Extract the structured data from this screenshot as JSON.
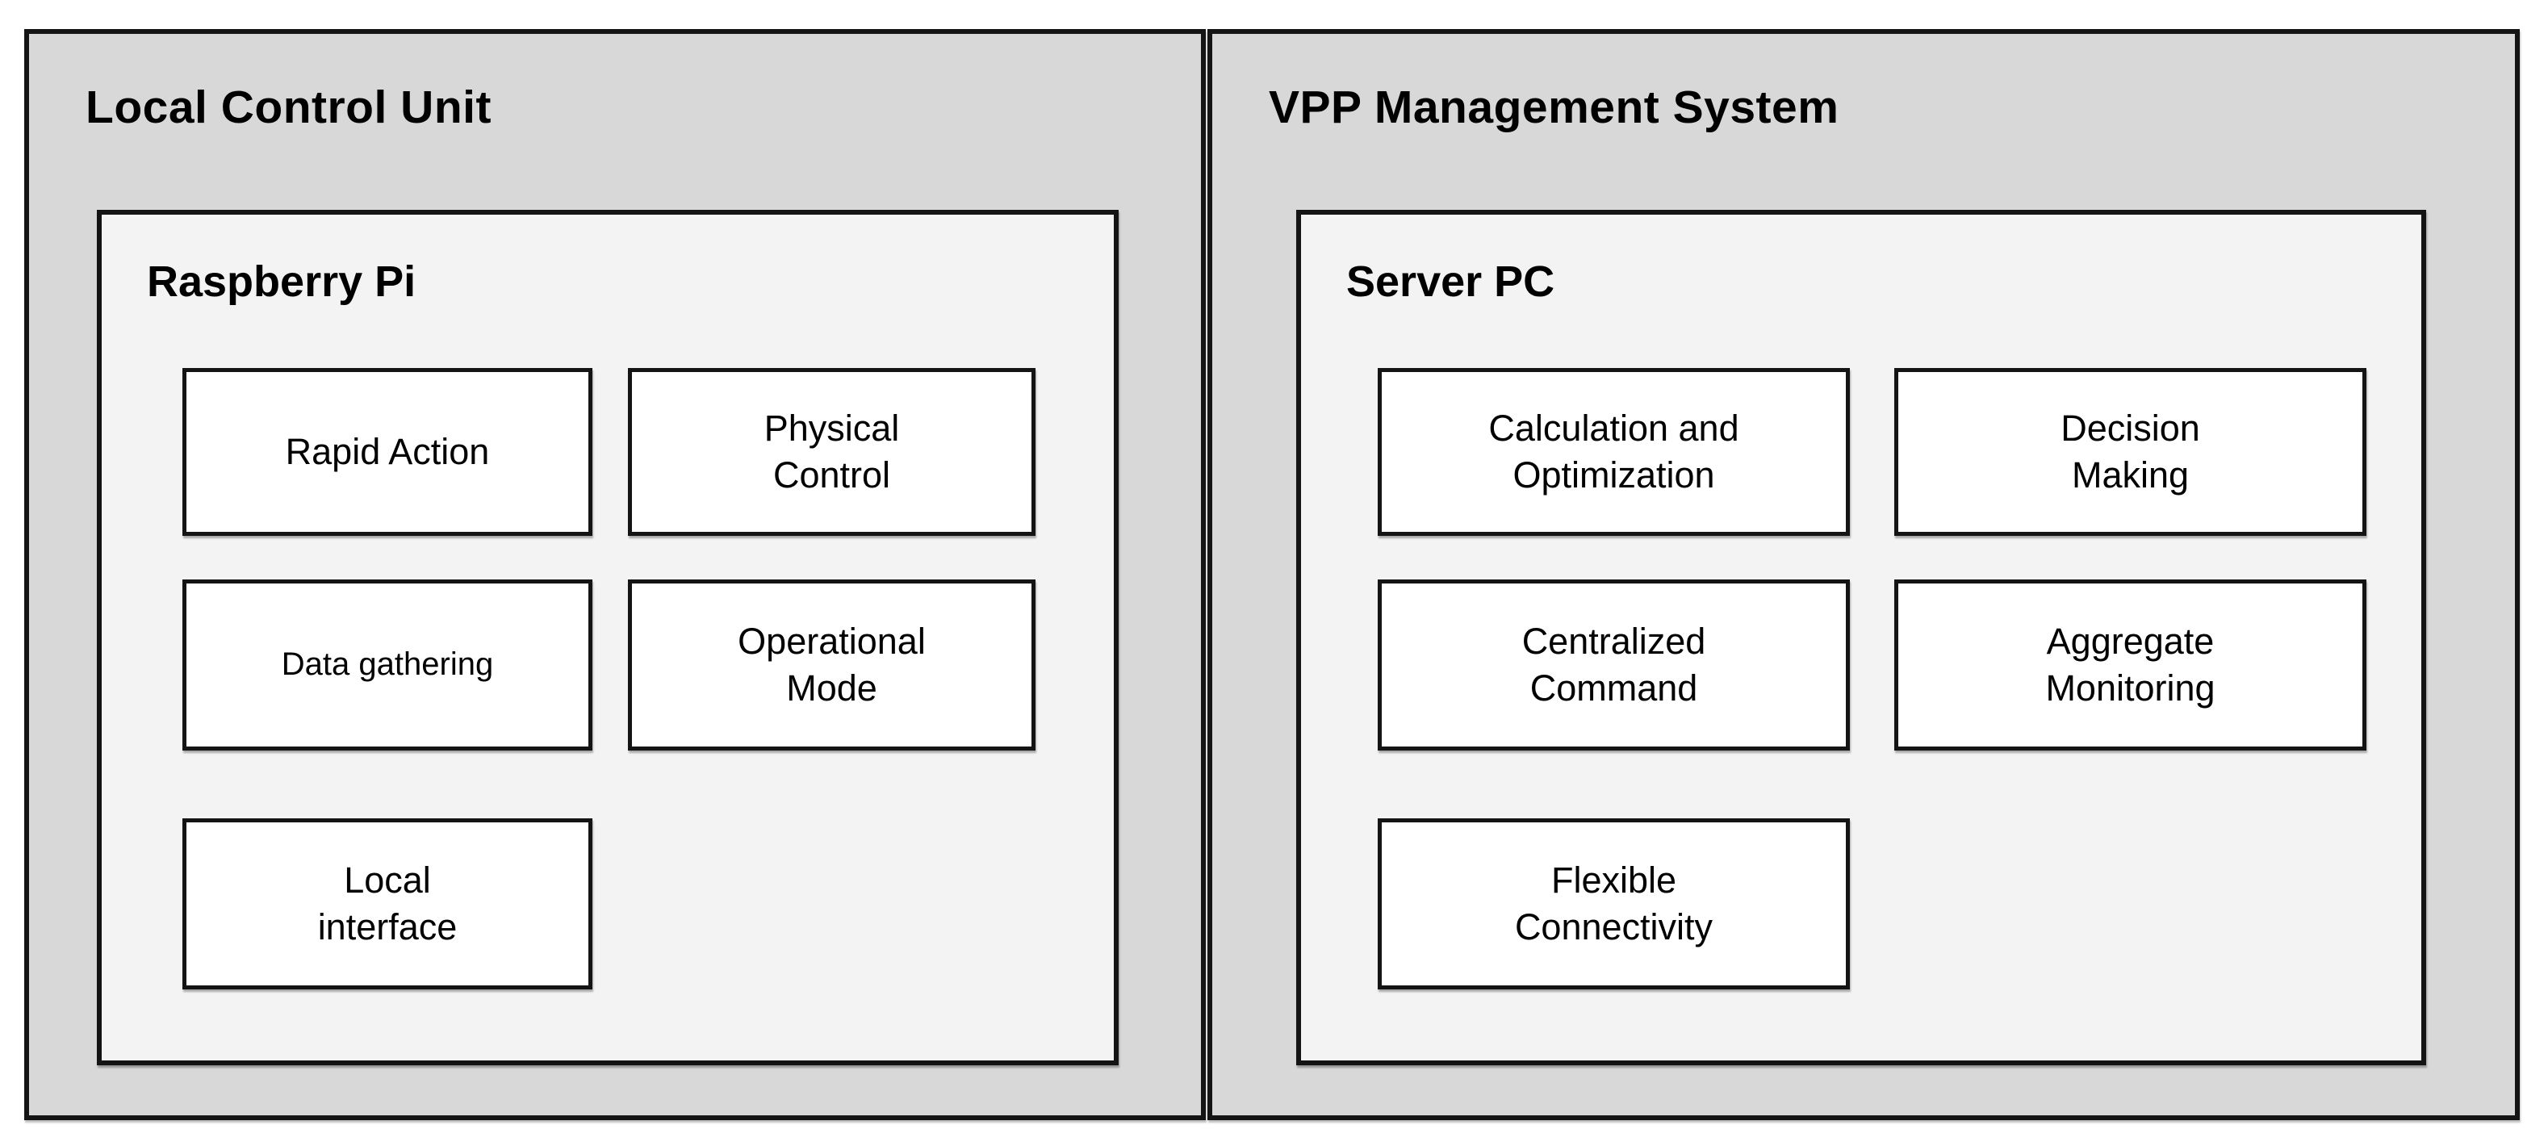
{
  "colors": {
    "panel_bg": "#d8d8d8",
    "device_bg": "#f3f3f3",
    "module_bg": "#ffffff",
    "border": "#141414",
    "text": "#000000"
  },
  "panels": [
    {
      "title": "Local Control Unit",
      "device": {
        "title": "Raspberry Pi",
        "modules": [
          [
            "Rapid Action"
          ],
          [
            "Physical",
            "Control"
          ],
          [
            "Data gathering"
          ],
          [
            "Operational",
            "Mode"
          ],
          [
            "Local",
            "interface"
          ]
        ]
      }
    },
    {
      "title": "VPP Management System",
      "device": {
        "title": "Server PC",
        "modules": [
          [
            "Calculation and",
            "Optimization"
          ],
          [
            "Decision",
            "Making"
          ],
          [
            "Centralized",
            "Command"
          ],
          [
            "Aggregate",
            "Monitoring"
          ],
          [
            "Flexible",
            "Connectivity"
          ]
        ]
      }
    }
  ]
}
